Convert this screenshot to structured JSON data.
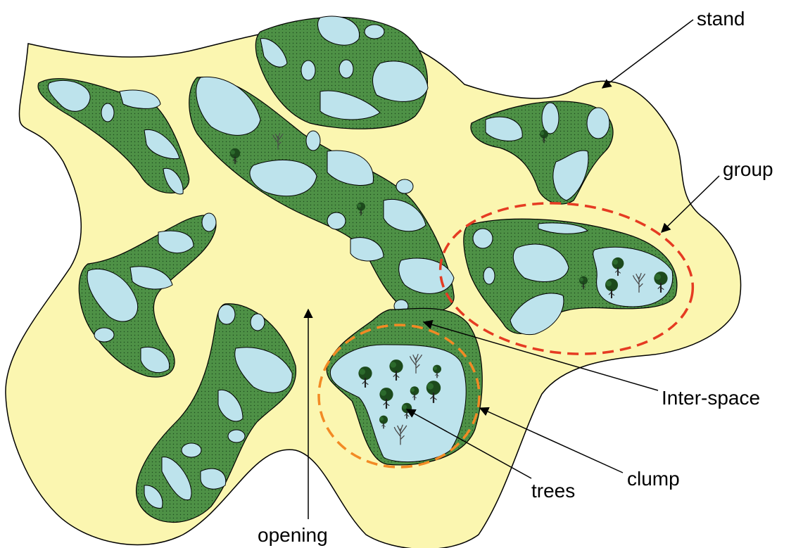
{
  "labels": {
    "stand": "stand",
    "group": "group",
    "inter_space": "Inter-space",
    "clump": "clump",
    "trees": "trees",
    "opening": "opening"
  },
  "colors": {
    "stand_fill": "#fbf6b0",
    "patch_fill": "#4e9146",
    "opening_fill": "#bde3ec",
    "outline": "#000000",
    "group_ring": "#e53b22",
    "clump_ring": "#f28a24",
    "tree_dark": "#1c4a1c",
    "tree_bare": "#5a5a5a"
  },
  "icons": {
    "tree": "tree-icon",
    "bare_tree": "bare-tree-icon"
  }
}
